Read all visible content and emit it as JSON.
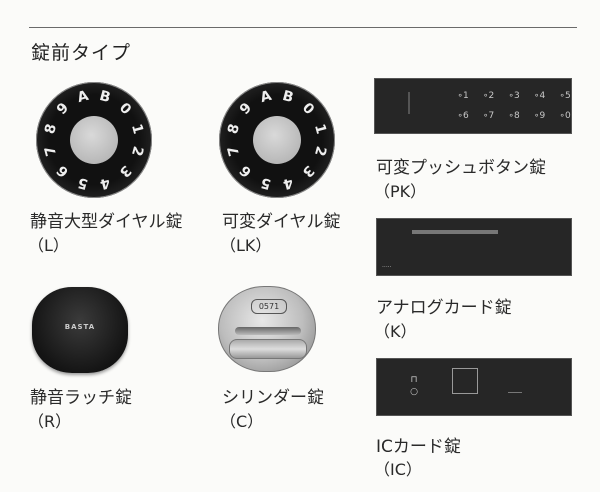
{
  "section": {
    "title": "錠前タイプ"
  },
  "dial_chars": [
    "A",
    "B",
    "0",
    "1",
    "2",
    "3",
    "4",
    "5",
    "6",
    "7",
    "8",
    "9"
  ],
  "items": {
    "large_dial": {
      "name": "静音大型ダイヤル錠",
      "code": "（L）"
    },
    "dial": {
      "name": "可変ダイヤル錠",
      "code": "（LK）"
    },
    "push_button": {
      "name": "可変プッシュボタン錠",
      "code": "（PK）",
      "buttons": [
        "1",
        "2",
        "3",
        "4",
        "5",
        "6",
        "7",
        "8",
        "9",
        "0"
      ]
    },
    "analog_card": {
      "name": "アナログカード錠",
      "code": "（K）"
    },
    "latch": {
      "name": "静音ラッチ錠",
      "code": "（R）",
      "brand": "BASTA"
    },
    "cylinder": {
      "name": "シリンダー錠",
      "code": "（C）",
      "key_code": "0571"
    },
    "ic_card": {
      "name": "ICカード錠",
      "code": "（IC）"
    }
  }
}
